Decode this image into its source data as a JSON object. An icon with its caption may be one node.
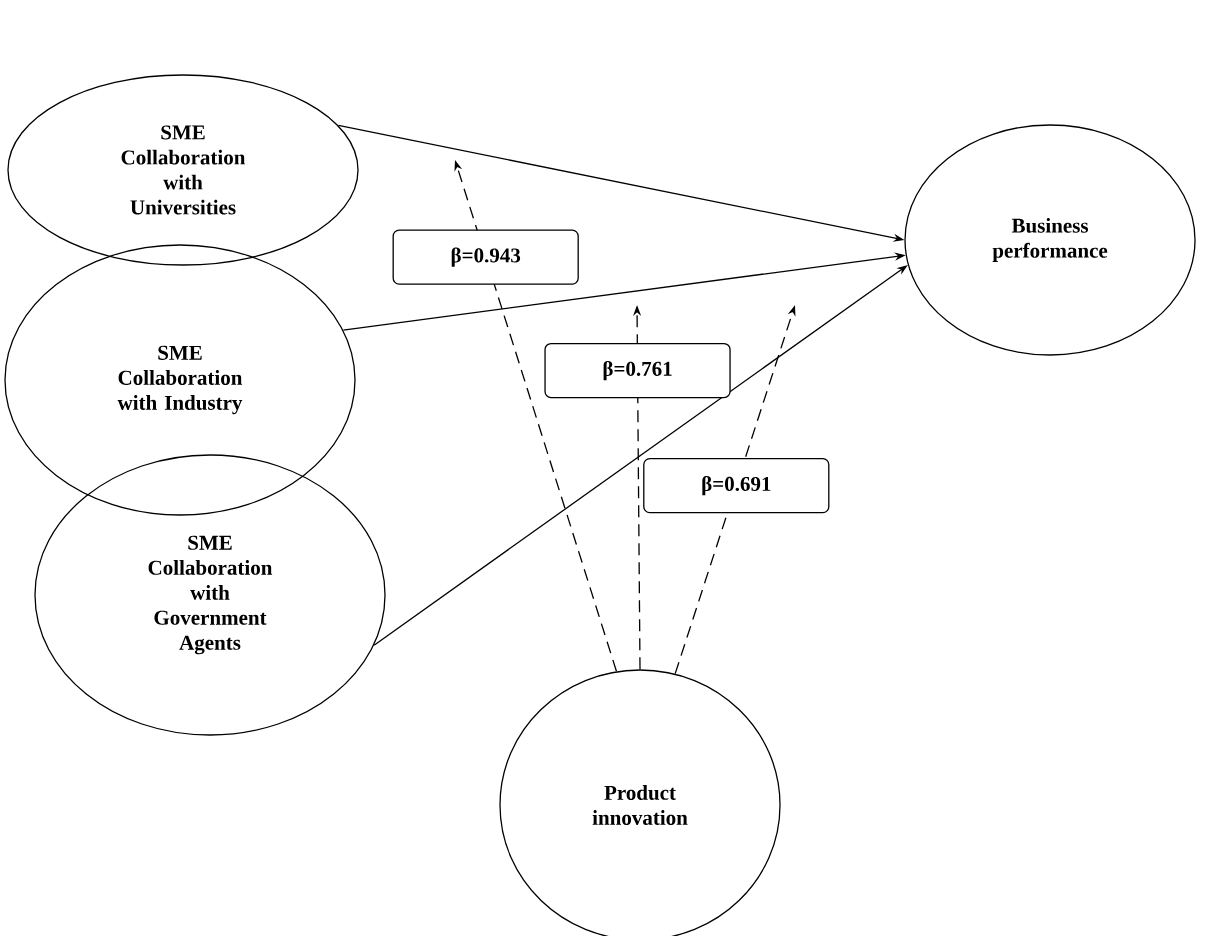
{
  "diagram": {
    "nodes": [
      {
        "text": [
          "SME Collaboration with Universities"
        ]
      },
      {
        "text": [
          "SME Collaboration with Industry"
        ]
      },
      {
        "text": [
          "SME Collaboration with Government Agents"
        ]
      },
      {
        "text": [
          "Business performance"
        ]
      },
      {
        "text": [
          "Product innovation"
        ]
      }
    ],
    "edges": [
      {
        "from": 0,
        "to": 3,
        "arrow": "to"
      },
      {
        "from": 1,
        "to": 3,
        "arrow": "to"
      },
      {
        "from": 2,
        "to": 3,
        "arrow": "to"
      },
      {
        "from": 4,
        "to": null,
        "arrow": "to",
        "style": "dashed",
        "label": "β=0.943"
      },
      {
        "from": 4,
        "to": null,
        "arrow": "to",
        "style": "dashed",
        "label": "β=0.761"
      },
      {
        "from": 4,
        "to": null,
        "arrow": "to",
        "style": "dashed",
        "label": "β=0.691"
      }
    ]
  }
}
